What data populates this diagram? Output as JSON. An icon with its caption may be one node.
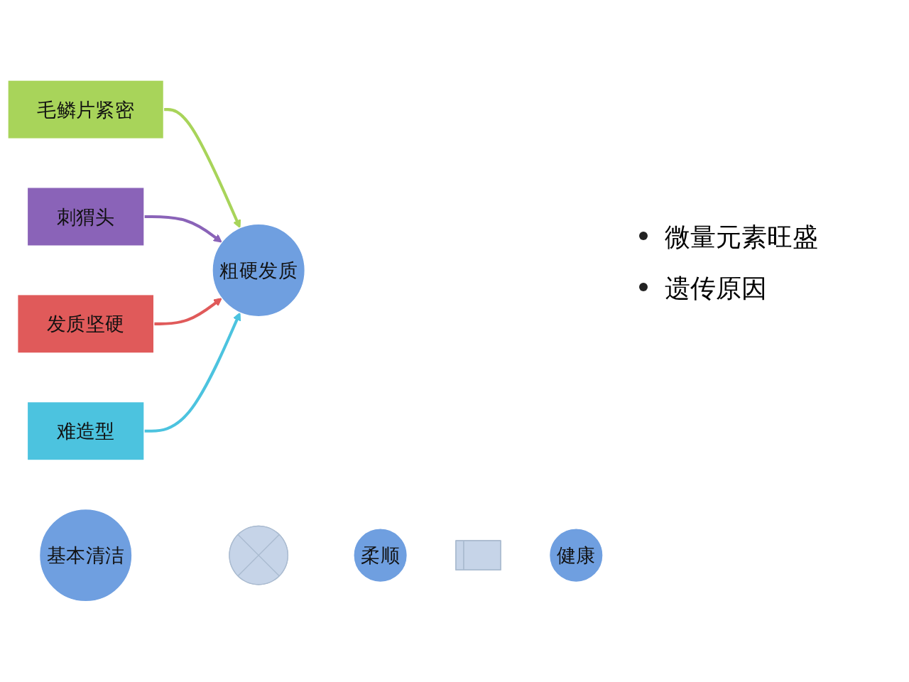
{
  "diagram": {
    "nodes": [
      {
        "text": [
          "毛鳞片紧密"
        ]
      },
      {
        "text": [
          "刺猬头"
        ]
      },
      {
        "text": [
          "发质坚硬"
        ]
      },
      {
        "text": [
          "粗硬发质"
        ]
      },
      {
        "text": [
          "难造型"
        ]
      },
      {
        "text": [
          "基本清洁"
        ]
      },
      {
        "text": [],
        "shape": "plus"
      },
      {
        "text": [
          "柔顺"
        ]
      },
      {
        "text": [],
        "shape": "equals"
      },
      {
        "text": [
          "健康"
        ]
      }
    ],
    "edges": [
      {
        "from": 0,
        "to": 3,
        "arrow": "to",
        "color": "#a8d45a"
      },
      {
        "from": 1,
        "to": 3,
        "arrow": "to",
        "color": "#8a63b8"
      },
      {
        "from": 2,
        "to": 3,
        "arrow": "to",
        "color": "#e05a5a"
      },
      {
        "from": 4,
        "to": 3,
        "arrow": "to",
        "color": "#4cc3df"
      }
    ],
    "labels": [
      "微量元素旺盛",
      "遗传原因"
    ]
  }
}
